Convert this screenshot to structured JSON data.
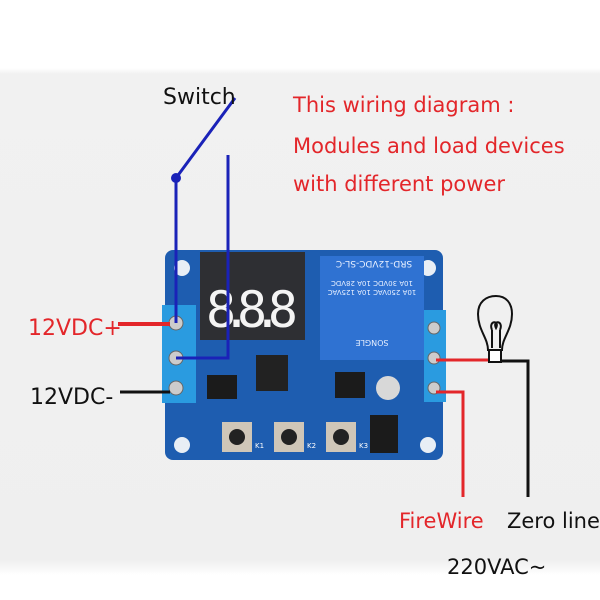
{
  "labels": {
    "switch": "Switch",
    "vdc_plus": "12VDC+",
    "vdc_minus": "12VDC-",
    "fire_wire": "FireWire",
    "zero_line": "Zero line",
    "ac": "220VAC~"
  },
  "note": {
    "lines": [
      "This wiring diagram :",
      "Modules and load devices",
      "with different power"
    ]
  },
  "board": {
    "display": "8.8.8",
    "relay_model": "SRD-12VDC-SL-C",
    "relay_ratings": [
      "10A 250VAC 10A 125VAC",
      "10A 30VDC 10A 28VDC"
    ],
    "relay_brand": "SONGLE",
    "buttons": [
      "K1",
      "K2",
      "K3"
    ]
  },
  "colors": {
    "red": "#e3262a",
    "blue_wire": "#1a22b8",
    "black_wire": "#111111",
    "board": "#1e5db0",
    "terminal": "#2a9be0",
    "relay": "#2f72d2"
  }
}
